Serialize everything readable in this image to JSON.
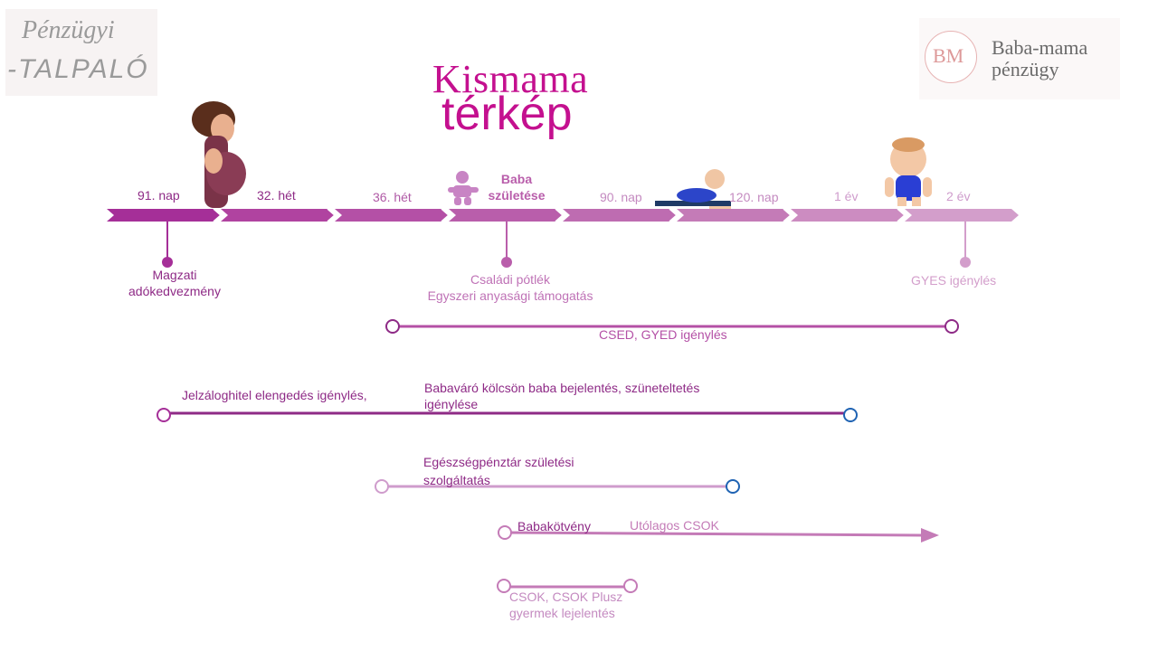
{
  "title": {
    "line1": "Kismama",
    "line2": "térkép"
  },
  "logos": {
    "left": {
      "line1": "Pénzügyi",
      "line2": "-TALPALÓ"
    },
    "right": {
      "monogram": "BM",
      "line1": "Baba-mama",
      "line2": "pénzügy"
    }
  },
  "timeline": {
    "ticks": [
      "91. nap",
      "32. hét",
      "36. hét",
      "Baba születése",
      "90. nap",
      "120. nap",
      "1 év",
      "2 év"
    ],
    "birth_label": {
      "line1": "Baba",
      "line2": "születése"
    },
    "events": [
      {
        "line1": "Magzati",
        "line2": "adókedvezmény"
      },
      {
        "line1": "Családi pótlék",
        "line2": "Egyszeri anyasági támogatás"
      },
      {
        "line1": "GYES igénylés"
      }
    ],
    "colors": [
      "#a52f98",
      "#b043a0",
      "#b450a6",
      "#b95eab",
      "#be6cb1",
      "#c47bb7",
      "#cc8cc1",
      "#d39ecb"
    ]
  },
  "spans": {
    "csed": "CSED, GYED igénylés",
    "jelzalog": "Jelzáloghitel elengedés igénylés,",
    "babavaro": {
      "line1": "Babaváró kölcsön baba bejelentés, szüneteltetés",
      "line2": "igénylése"
    },
    "egeszseg": {
      "line1": "Egészségpénztár születési",
      "line2": "szolgáltatás"
    },
    "babakotveny": "Babakötvény",
    "utolagos": "Utólagos CSOK",
    "csok": {
      "line1": "CSOK, CSOK Plusz",
      "line2": "gyermek lejelentés"
    }
  },
  "illustrations": [
    "pregnant-woman",
    "baby-icon",
    "crawling-baby",
    "toddler"
  ]
}
